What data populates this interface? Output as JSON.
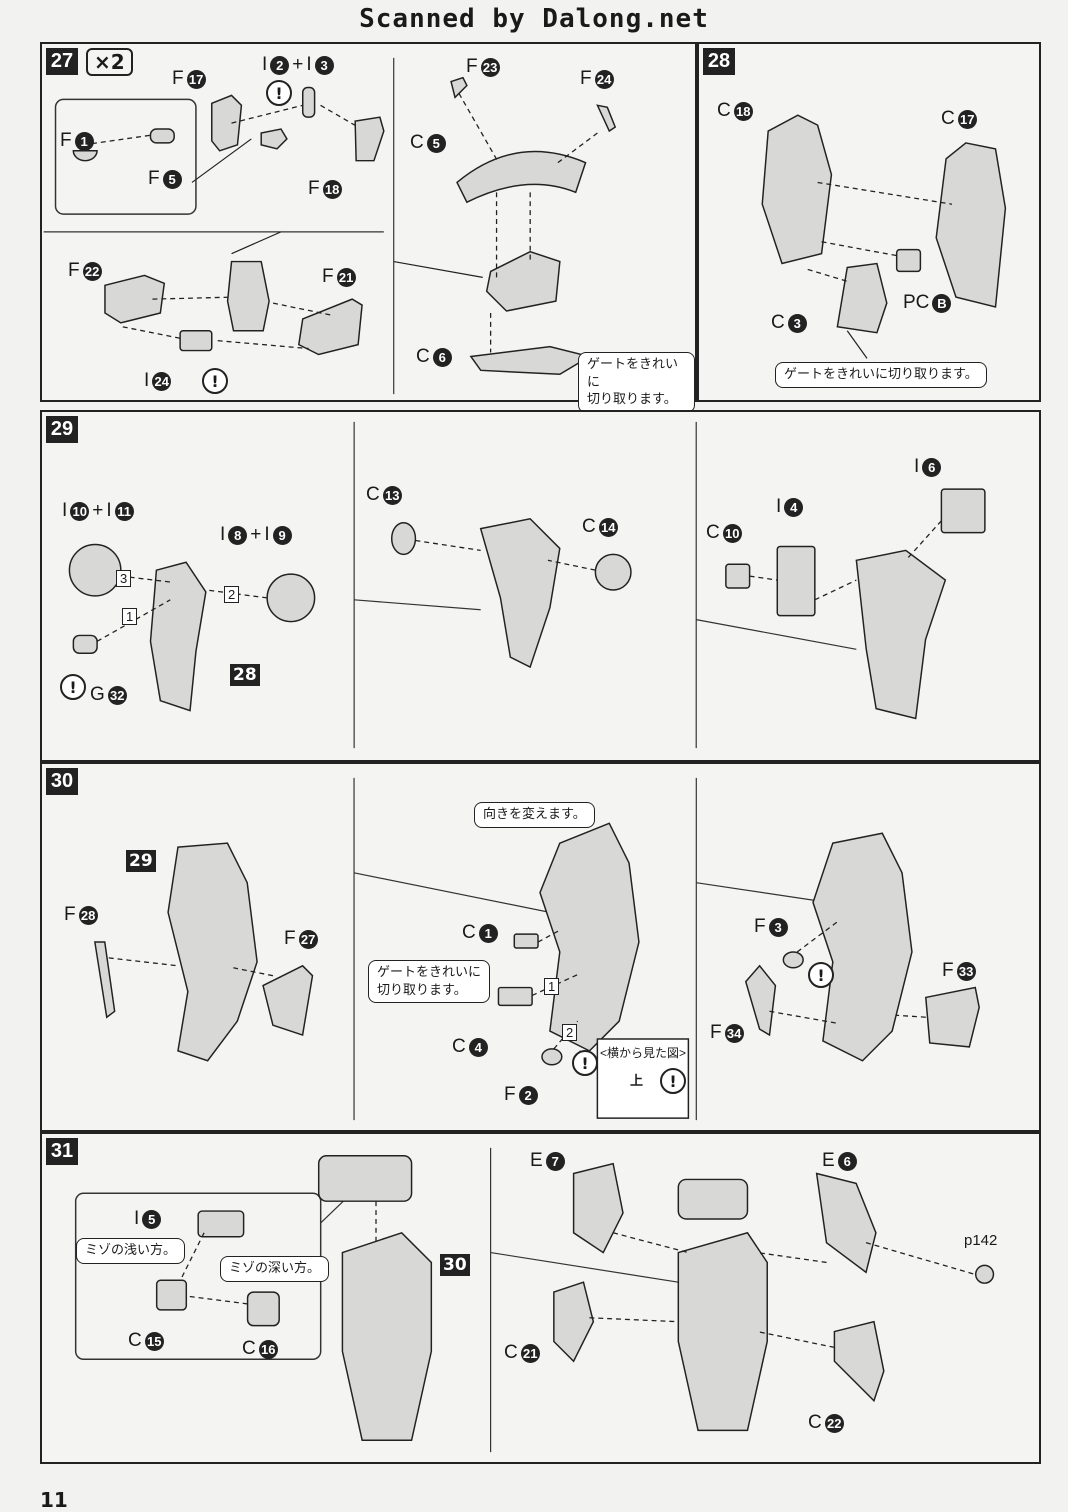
{
  "header": "Scanned by Dalong.net",
  "page_number": "11",
  "step27": {
    "no": "27",
    "mult": "×2",
    "labels": {
      "f17": "F",
      "f17n": "17",
      "i2": "I",
      "i2n": "2",
      "plus": "+",
      "i3": "I",
      "i3n": "3",
      "f1": "F",
      "f1n": "1",
      "f5": "F",
      "f5n": "5",
      "f18": "F",
      "f18n": "18",
      "f22": "F",
      "f22n": "22",
      "f21": "F",
      "f21n": "21",
      "i24": "I",
      "i24n": "24",
      "f23": "F",
      "f23n": "23",
      "f24": "F",
      "f24n": "24",
      "c5": "C",
      "c5n": "5",
      "c6": "C",
      "c6n": "6"
    },
    "note": "ゲートをきれいに\n切り取ります。"
  },
  "step28": {
    "no": "28",
    "labels": {
      "c18": "C",
      "c18n": "18",
      "c17": "C",
      "c17n": "17",
      "pcb": "PC",
      "pcbn": "B",
      "c3": "C",
      "c3n": "3"
    },
    "note": "ゲートをきれいに切り取ります。"
  },
  "step29": {
    "no": "29",
    "labels": {
      "i10": "I",
      "i10n": "10",
      "i11": "I",
      "i11n": "11",
      "i8": "I",
      "i8n": "8",
      "i9": "I",
      "i9n": "9",
      "g32": "G",
      "g32n": "32",
      "ref28": "28",
      "s1": "1",
      "s2": "2",
      "s3": "3",
      "c13": "C",
      "c13n": "13",
      "c14": "C",
      "c14n": "14",
      "i6": "I",
      "i6n": "6",
      "i4": "I",
      "i4n": "4",
      "c10": "C",
      "c10n": "10"
    }
  },
  "step30": {
    "no": "30",
    "labels": {
      "ref29": "29",
      "f28": "F",
      "f28n": "28",
      "f27": "F",
      "f27n": "27",
      "c1": "C",
      "c1n": "1",
      "c4": "C",
      "c4n": "4",
      "f2": "F",
      "f2n": "2",
      "s1": "1",
      "s2": "2",
      "f3": "F",
      "f3n": "3",
      "f33": "F",
      "f33n": "33",
      "f34": "F",
      "f34n": "34",
      "up": "上"
    },
    "note_turn": "向きを変えます。",
    "note_gate": "ゲートをきれいに\n切り取ります。",
    "note_side": "<横から見た図>"
  },
  "step31": {
    "no": "31",
    "labels": {
      "i5": "I",
      "i5n": "5",
      "c15": "C",
      "c15n": "15",
      "c16": "C",
      "c16n": "16",
      "ref30": "30",
      "e7": "E",
      "e7n": "7",
      "e6": "E",
      "e6n": "6",
      "c21": "C",
      "c21n": "21",
      "c22": "C",
      "c22n": "22",
      "p142": "p142"
    },
    "note_shallow": "ミゾの浅い方。",
    "note_deep": "ミゾの深い方。"
  }
}
